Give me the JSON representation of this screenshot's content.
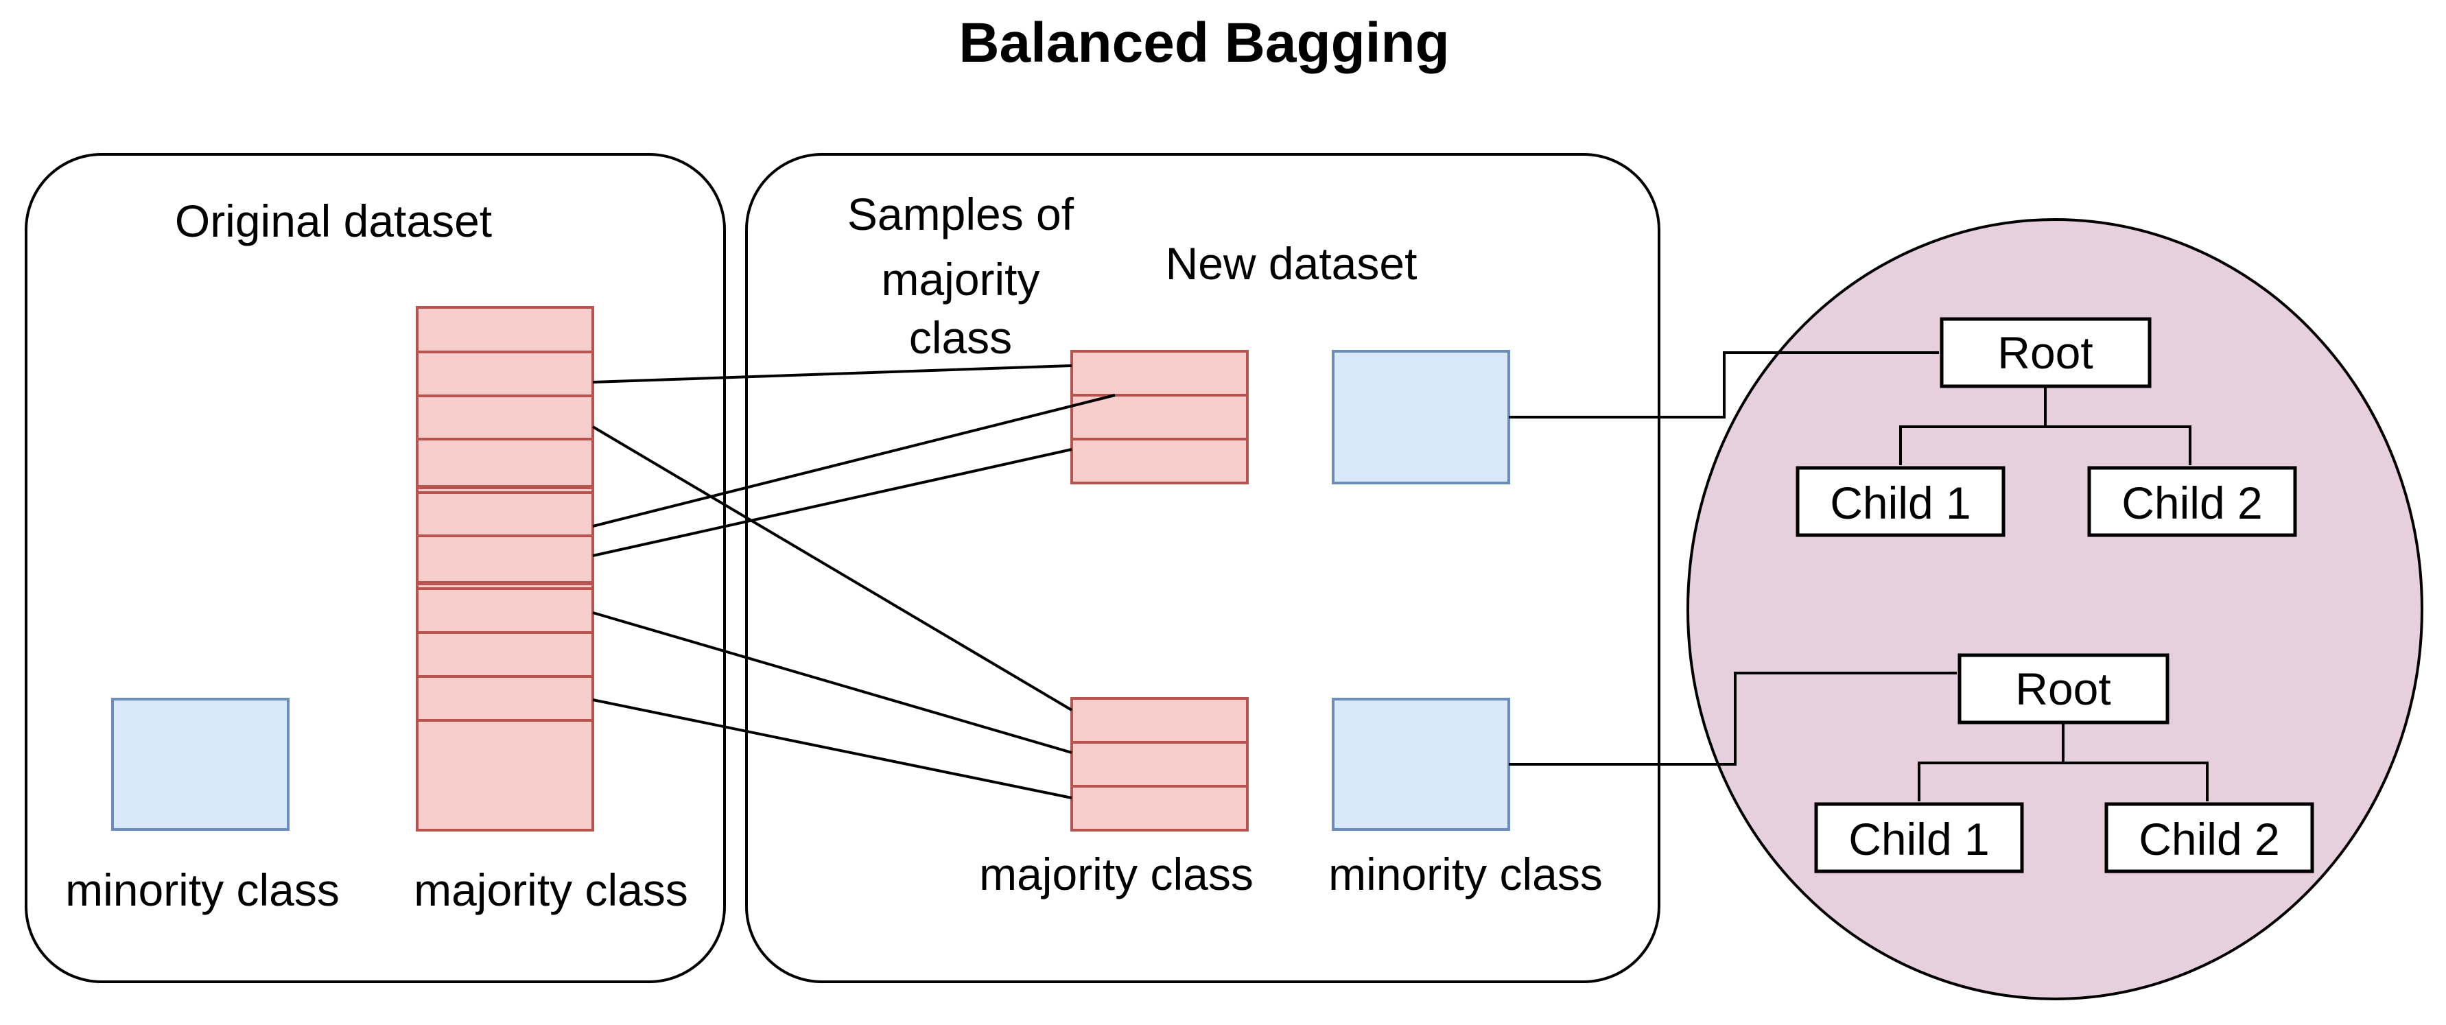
{
  "title": "Balanced Bagging",
  "colors": {
    "background": "#ffffff",
    "stroke": "#000000",
    "majority_fill": "#f8cecc",
    "majority_stroke": "#b85450",
    "minority_fill": "#dae8fc",
    "minority_stroke": "#6c8ebf",
    "ensemble_fill": "#e6d0de"
  },
  "original_panel": {
    "heading": "Original dataset",
    "minority_label": "minority class",
    "majority_label": "majority class"
  },
  "new_panel": {
    "samples_label_lines": [
      "Samples of",
      "majority",
      "class"
    ],
    "heading": "New dataset",
    "majority_label": "majority class",
    "minority_label": "minority class"
  },
  "trees": [
    {
      "root": "Root",
      "children": [
        "Child 1",
        "Child 2"
      ]
    },
    {
      "root": "Root",
      "children": [
        "Child 1",
        "Child 2"
      ]
    }
  ]
}
